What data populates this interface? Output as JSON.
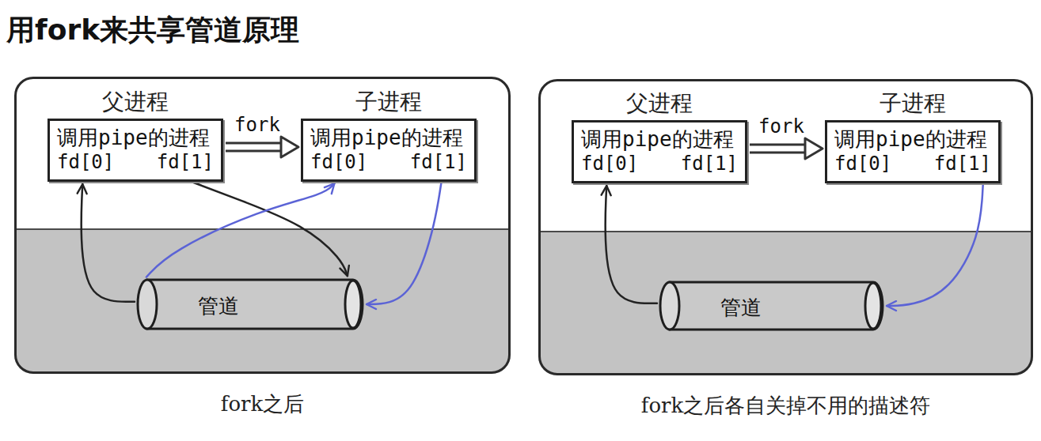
{
  "diagram": {
    "title": "用fork来共享管道原理",
    "nodes": [
      {
        "text": [
          "fork之后"
        ]
      },
      {
        "text": [
          "父进程",
          "调用pipe的进程",
          "fd[0]",
          "fd[1]"
        ],
        "in": 0
      },
      {
        "text": [
          "子进程",
          "调用pipe的进程",
          "fd[0]",
          "fd[1]"
        ],
        "in": 0
      },
      {
        "text": [
          "管道"
        ],
        "in": 0
      },
      {
        "text": [
          "fork之后各自关掉不用的描述符"
        ]
      },
      {
        "text": [
          "父进程",
          "调用pipe的进程",
          "fd[0]",
          "fd[1]"
        ],
        "in": 4
      },
      {
        "text": [
          "子进程",
          "调用pipe的进程",
          "fd[0]",
          "fd[1]"
        ],
        "in": 4
      },
      {
        "text": [
          "管道"
        ],
        "in": 4
      }
    ],
    "edges": [
      {
        "from": 1,
        "to": 2,
        "label": "fork",
        "arrow": "to"
      },
      {
        "from": 3,
        "to": 1,
        "arrow": "to"
      },
      {
        "from": 1,
        "to": 3,
        "arrow": "to"
      },
      {
        "from": 3,
        "to": 2,
        "arrow": "to"
      },
      {
        "from": 2,
        "to": 3,
        "arrow": "to"
      },
      {
        "from": 5,
        "to": 6,
        "label": "fork",
        "arrow": "to"
      },
      {
        "from": 7,
        "to": 5,
        "arrow": "to"
      },
      {
        "from": 6,
        "to": 7,
        "arrow": "to"
      }
    ]
  }
}
